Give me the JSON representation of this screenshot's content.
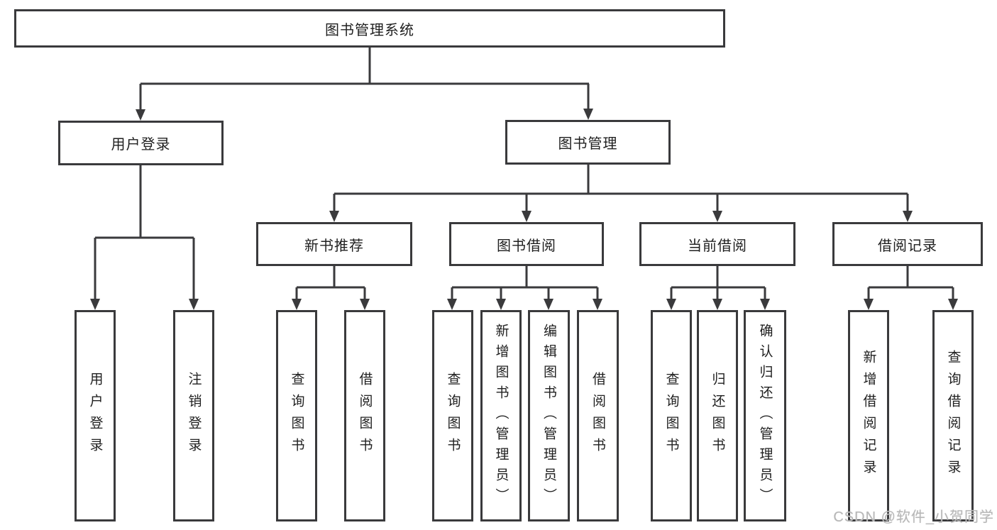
{
  "diagram": {
    "root_label": "图书管理系统",
    "level2": {
      "user_login": "用户登录",
      "book_mgmt": "图书管理"
    },
    "level3": {
      "new_books": "新书推荐",
      "book_borrow": "图书借阅",
      "current_borrow": "当前借阅",
      "borrow_records": "借阅记录"
    },
    "leaves": {
      "user_login": [
        "用户登录",
        "注销登录"
      ],
      "new_books": [
        "查询图书",
        "借阅图书"
      ],
      "book_borrow": [
        "查询图书",
        "新增图书（管理员）",
        "编辑图书（管理员）",
        "借阅图书"
      ],
      "current_borrow": [
        "查询图书",
        "归还图书",
        "确认归还（管理员）"
      ],
      "borrow_records": [
        "新增借阅记录",
        "查询借阅记录"
      ]
    }
  },
  "watermark": "CSDN @软件_小贺同学",
  "colors": {
    "line": "#3a3a3c",
    "text": "#1f1f1f",
    "watermark": "#b7b7b7",
    "background": "#ffffff"
  }
}
